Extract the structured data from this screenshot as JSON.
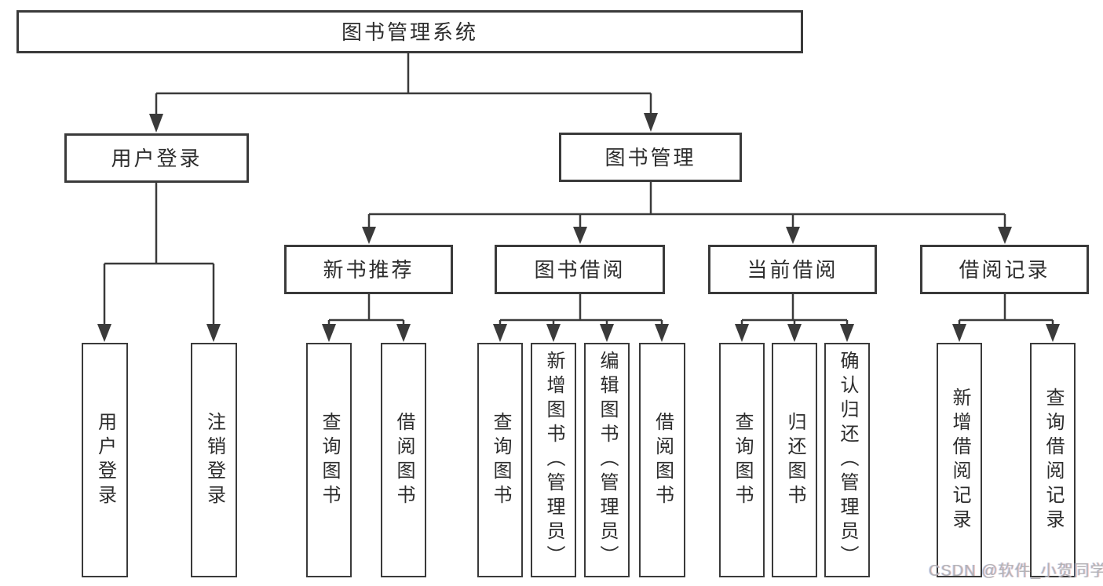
{
  "tree": {
    "label": "图书管理系统",
    "children": [
      {
        "label": "用户登录",
        "children": [
          {
            "label": "用户登录"
          },
          {
            "label": "注销登录"
          }
        ]
      },
      {
        "label": "图书管理",
        "children": [
          {
            "label": "新书推荐",
            "children": [
              {
                "label": "查询图书"
              },
              {
                "label": "借阅图书"
              }
            ]
          },
          {
            "label": "图书借阅",
            "children": [
              {
                "label": "查询图书"
              },
              {
                "label": "新增图书（管理员）"
              },
              {
                "label": "编辑图书（管理员）"
              },
              {
                "label": "借阅图书"
              }
            ]
          },
          {
            "label": "当前借阅",
            "children": [
              {
                "label": "查询图书"
              },
              {
                "label": "归还图书"
              },
              {
                "label": "确认归还（管理员）"
              }
            ]
          },
          {
            "label": "借阅记录",
            "children": [
              {
                "label": "新增借阅记录"
              },
              {
                "label": "查询借阅记录"
              }
            ]
          }
        ]
      }
    ]
  },
  "watermark": {
    "text": "CSDN @软件_小贺同学"
  },
  "colors": {
    "line": "#3a3a3a",
    "text": "#2d2d2d",
    "box_background": "#ffffff",
    "page_background": "#ffffff",
    "watermark": "#b3b3b6"
  }
}
